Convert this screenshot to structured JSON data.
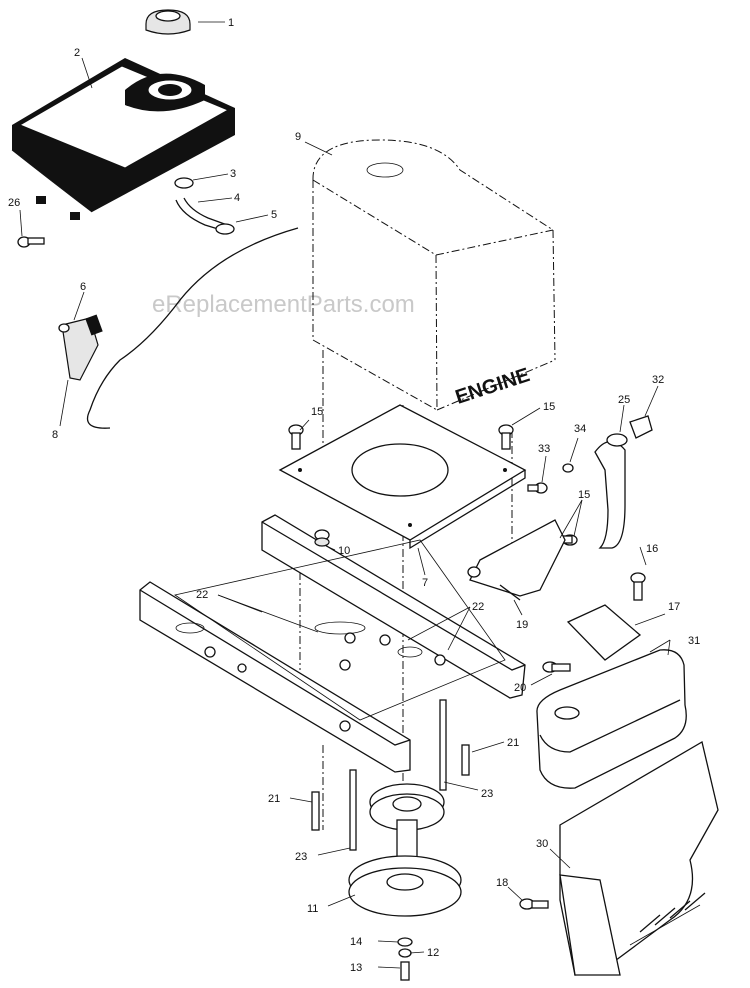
{
  "watermark": "eReplacementParts.com",
  "engine_label": "ENGINE",
  "callouts": [
    {
      "id": "c1",
      "label": "1"
    },
    {
      "id": "c2",
      "label": "2"
    },
    {
      "id": "c3",
      "label": "3"
    },
    {
      "id": "c4",
      "label": "4"
    },
    {
      "id": "c5",
      "label": "5"
    },
    {
      "id": "c6",
      "label": "6"
    },
    {
      "id": "c7",
      "label": "7"
    },
    {
      "id": "c8",
      "label": "8"
    },
    {
      "id": "c9",
      "label": "9"
    },
    {
      "id": "c10",
      "label": "10"
    },
    {
      "id": "c11",
      "label": "11"
    },
    {
      "id": "c12",
      "label": "12"
    },
    {
      "id": "c13",
      "label": "13"
    },
    {
      "id": "c14",
      "label": "14"
    },
    {
      "id": "c15a",
      "label": "15"
    },
    {
      "id": "c15b",
      "label": "15"
    },
    {
      "id": "c15c",
      "label": "15"
    },
    {
      "id": "c16",
      "label": "16"
    },
    {
      "id": "c17",
      "label": "17"
    },
    {
      "id": "c18",
      "label": "18"
    },
    {
      "id": "c19",
      "label": "19"
    },
    {
      "id": "c20",
      "label": "20"
    },
    {
      "id": "c21a",
      "label": "21"
    },
    {
      "id": "c21b",
      "label": "21"
    },
    {
      "id": "c22a",
      "label": "22"
    },
    {
      "id": "c22b",
      "label": "22"
    },
    {
      "id": "c23a",
      "label": "23"
    },
    {
      "id": "c23b",
      "label": "23"
    },
    {
      "id": "c25",
      "label": "25"
    },
    {
      "id": "c26",
      "label": "26"
    },
    {
      "id": "c30",
      "label": "30"
    },
    {
      "id": "c31",
      "label": "31"
    },
    {
      "id": "c32",
      "label": "32"
    },
    {
      "id": "c33",
      "label": "33"
    },
    {
      "id": "c34",
      "label": "34"
    }
  ]
}
